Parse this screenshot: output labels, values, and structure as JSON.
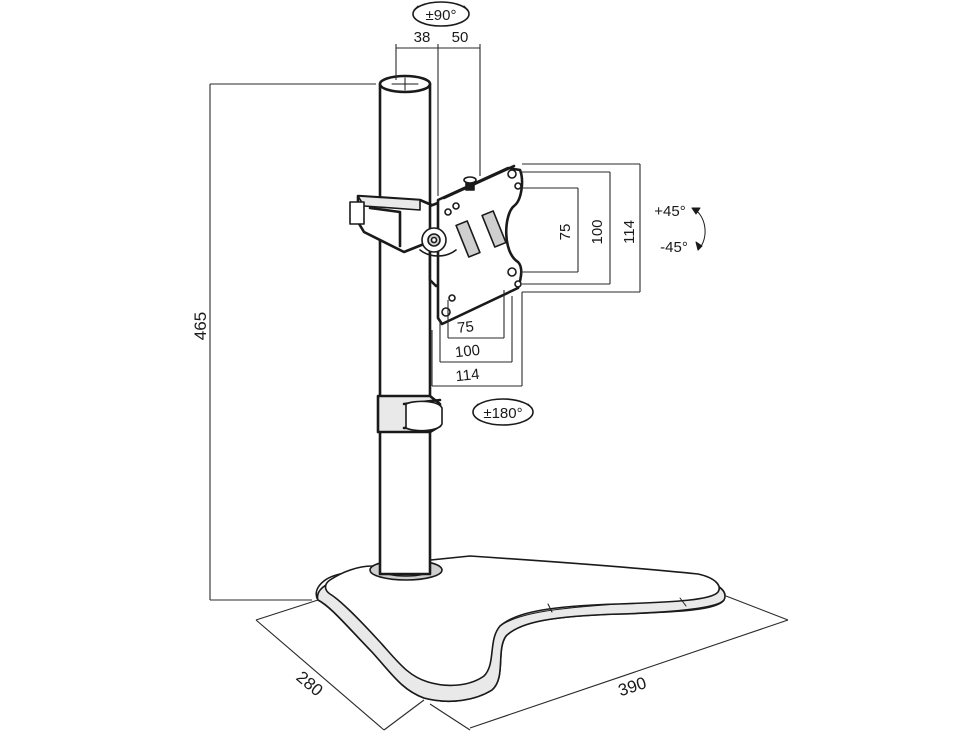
{
  "dimensions": {
    "height_total": "465",
    "base_depth": "280",
    "base_width": "390",
    "offset_a": "38",
    "offset_b": "50",
    "vesa_vertical_small": "75",
    "vesa_vertical_mid": "100",
    "vesa_vertical_large": "114",
    "vesa_horizontal_small": "75",
    "vesa_horizontal_mid": "100",
    "vesa_horizontal_large": "114"
  },
  "rotation": {
    "swivel": "±90°",
    "tilt_up": "+45°",
    "tilt_down": "-45°",
    "rotate": "±180°"
  }
}
